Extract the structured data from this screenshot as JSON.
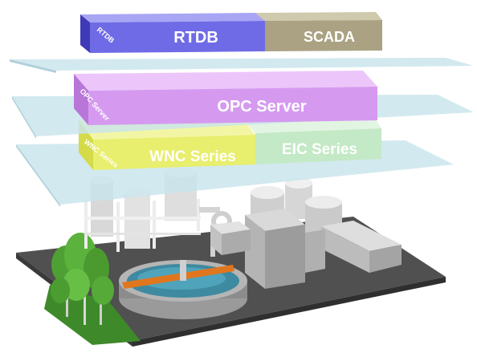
{
  "diagram": {
    "layers": {
      "top": {
        "boxes": [
          {
            "label": "RTDB",
            "side_label": "RTDB",
            "color": "#6f6be6"
          },
          {
            "label": "SCADA",
            "color": "#aaa283"
          }
        ]
      },
      "middle": {
        "boxes": [
          {
            "label": "OPC Server",
            "side_label": "OPC Server",
            "color": "#d59af0"
          }
        ]
      },
      "bottom": {
        "boxes": [
          {
            "label": "WNC Series",
            "side_label": "WNC Series",
            "color": "#e8ee6d"
          },
          {
            "label": "EIC Series",
            "color": "#c4e9c6"
          }
        ]
      }
    },
    "platform_color": "#c8e4ec",
    "ground_color": "#4a4a4a"
  }
}
